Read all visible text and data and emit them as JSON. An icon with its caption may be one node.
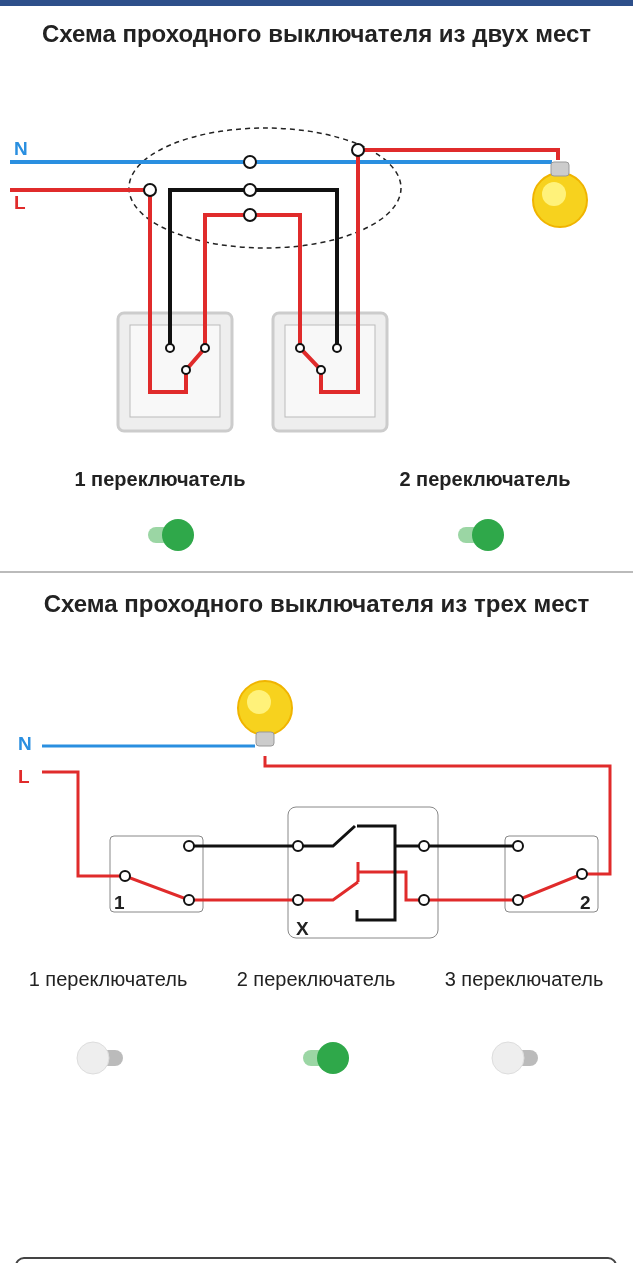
{
  "diagram": {
    "labels": [
      "Схема проходного выключателя из двух мест",
      "N",
      "L",
      "1 переключатель",
      "2 переключатель",
      "Схема проходного выключателя из трех мест",
      "N",
      "L",
      "1",
      "X",
      "2",
      "1 переключатель",
      "2 переключатель",
      "3 переключатель"
    ]
  }
}
